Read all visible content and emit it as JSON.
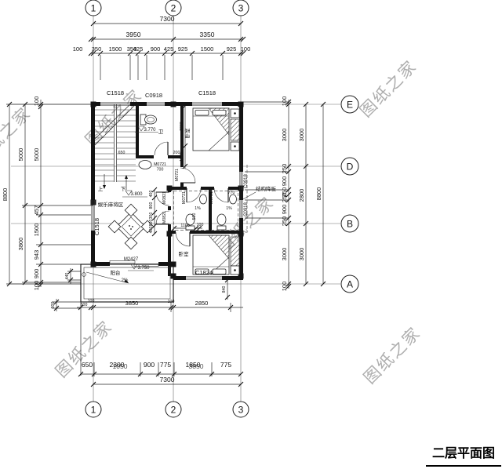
{
  "title": {
    "text": "二层平面图"
  },
  "watermark": {
    "text": "图纸之家"
  },
  "axes": {
    "col1": "1",
    "col2": "2",
    "col3": "3",
    "rowE": "E",
    "rowD": "D",
    "rowB": "B",
    "rowA": "A"
  },
  "dims": {
    "top": {
      "total": "7300",
      "left_span": "3950",
      "right_span": "3350",
      "detail": [
        "100",
        "350",
        "1500",
        "350",
        "425",
        "900",
        "425",
        "925",
        "1500",
        "925",
        "100"
      ]
    },
    "bottom": {
      "total": "7300",
      "upper": [
        "500",
        "100",
        "3850",
        "100",
        "2850"
      ],
      "lower": [
        "650",
        "2300",
        "900",
        "775",
        "1850",
        "775"
      ],
      "ghost": [
        "1050",
        "3850"
      ]
    },
    "left": {
      "total": "8800",
      "mid": [
        "5000",
        "3800"
      ],
      "detail": [
        "100",
        "5000",
        "457",
        "1500",
        "943",
        "900",
        "100"
      ],
      "extra": [
        "440",
        "300"
      ]
    },
    "right": {
      "total": "8800",
      "mid": [
        "3000",
        "2800",
        "3000"
      ],
      "detail": [
        "100",
        "3000",
        "250",
        "900",
        "250",
        "250",
        "900",
        "250",
        "3000",
        "100"
      ],
      "extra": [
        "840"
      ]
    }
  },
  "windows": {
    "c1518": "C1518",
    "c0918": "C0918",
    "c1824": "C1824"
  },
  "doors": {
    "m0721": "M0721",
    "m0821": "M0821",
    "m2427": "M2427"
  },
  "rooms": {
    "bedroom": "卧室",
    "bath": "卫",
    "mahjong": "娱乐麻将区",
    "balcony": "阳台",
    "drop_slab": "结构降板",
    "up": "上",
    "down": "下"
  },
  "levels": {
    "bath": "3.770",
    "mahjong": "3.800",
    "balcony": "3.750",
    "slope2": "2%",
    "slope1": "1%"
  },
  "inner": {
    "d2000": "2000",
    "d1000": "1000",
    "d200": "200",
    "d650": "650",
    "d700": "700",
    "d1100": "1100",
    "d100": "100",
    "d400": "400",
    "d800": "800",
    "d300": "300",
    "d500": "500",
    "d770": "770"
  }
}
